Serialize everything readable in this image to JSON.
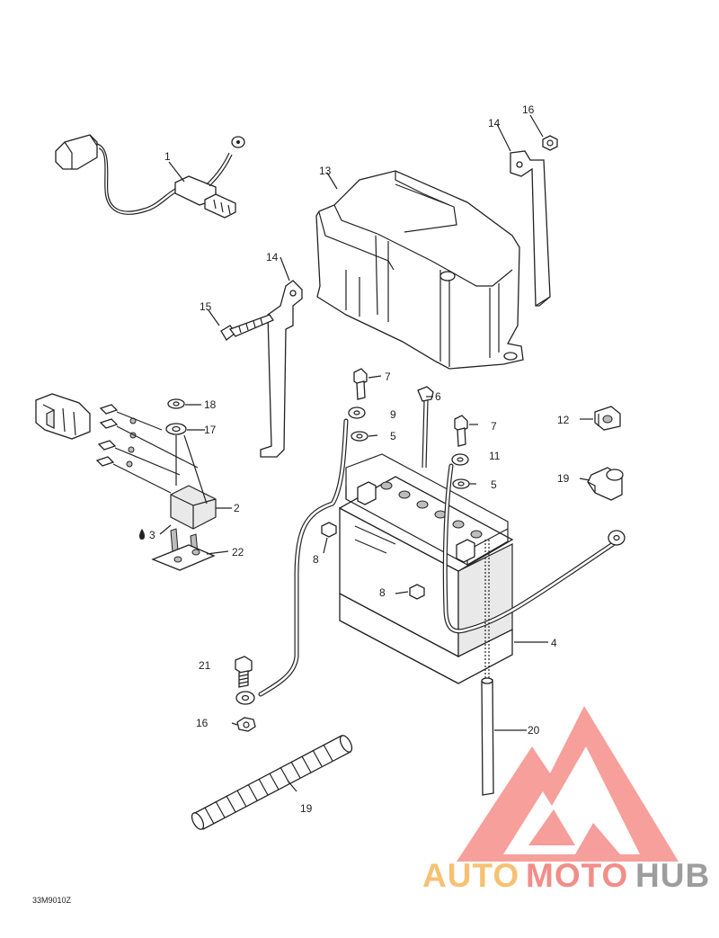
{
  "diagram": {
    "callouts": {
      "c1": "1",
      "c2": "2",
      "c3": "3",
      "c4": "4",
      "c5a": "5",
      "c5b": "5",
      "c6": "6",
      "c7a": "7",
      "c7b": "7",
      "c8a": "8",
      "c8b": "8",
      "c9": "9",
      "c11": "11",
      "c12": "12",
      "c13": "13",
      "c14a": "14",
      "c14b": "14",
      "c15": "15",
      "c16a": "16",
      "c16b": "16",
      "c17": "17",
      "c18": "18",
      "c19a": "19",
      "c19b": "19",
      "c20": "20",
      "c21": "21",
      "c22": "22"
    },
    "reference_code": "33M9010Z"
  },
  "watermark": {
    "part1": "AUTO",
    "part2": "MOTO",
    "part3": "HUB",
    "colors": {
      "auto": "#f5b75c",
      "moto": "#f07a74",
      "hub": "#8c8c8c",
      "triangle": "#f4827d"
    }
  }
}
